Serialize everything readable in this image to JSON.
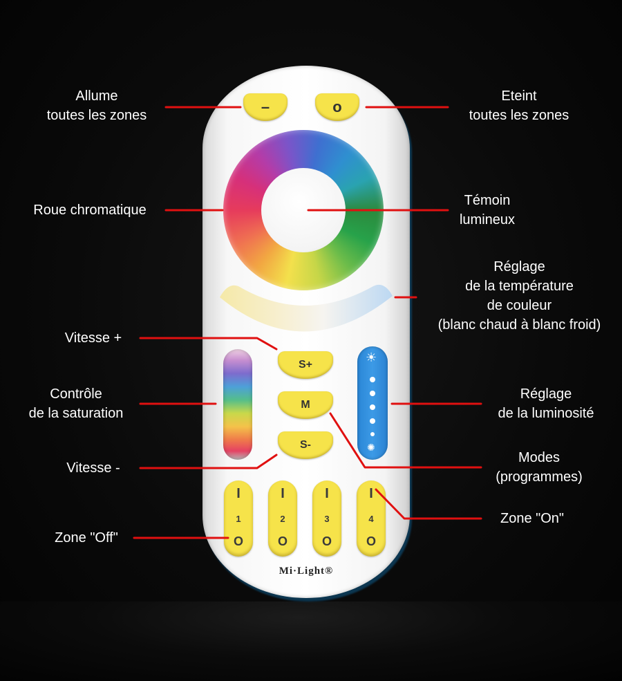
{
  "labels": {
    "allume": "Allume\ntoutes les zones",
    "eteint": "Eteint\ntoutes les zones",
    "roue": "Roue chromatique",
    "temoin": "Témoin\nlumineux",
    "temperature": "Réglage\nde la température\nde couleur\n(blanc chaud à blanc froid)",
    "vitesse_plus": "Vitesse +",
    "saturation": "Contrôle\nde la saturation",
    "luminosite": "Réglage\nde la luminosité",
    "vitesse_moins": "Vitesse -",
    "modes": "Modes\n(programmes)",
    "zone_on": "Zone \"On\"",
    "zone_off": "Zone \"Off\""
  },
  "remote": {
    "btn_on": "–",
    "btn_off": "o",
    "btn_speed_up": "S+",
    "btn_mode": "M",
    "btn_speed_down": "S-",
    "zones": [
      {
        "on": "I",
        "number": "1",
        "off": "O"
      },
      {
        "on": "I",
        "number": "2",
        "off": "O"
      },
      {
        "on": "I",
        "number": "3",
        "off": "O"
      },
      {
        "on": "I",
        "number": "4",
        "off": "O"
      }
    ],
    "brand": "Mi·Light®"
  },
  "colors": {
    "leader_line": "#e01010",
    "button_yellow": "#f6e34a",
    "text": "#ffffff",
    "background": "#050505"
  }
}
